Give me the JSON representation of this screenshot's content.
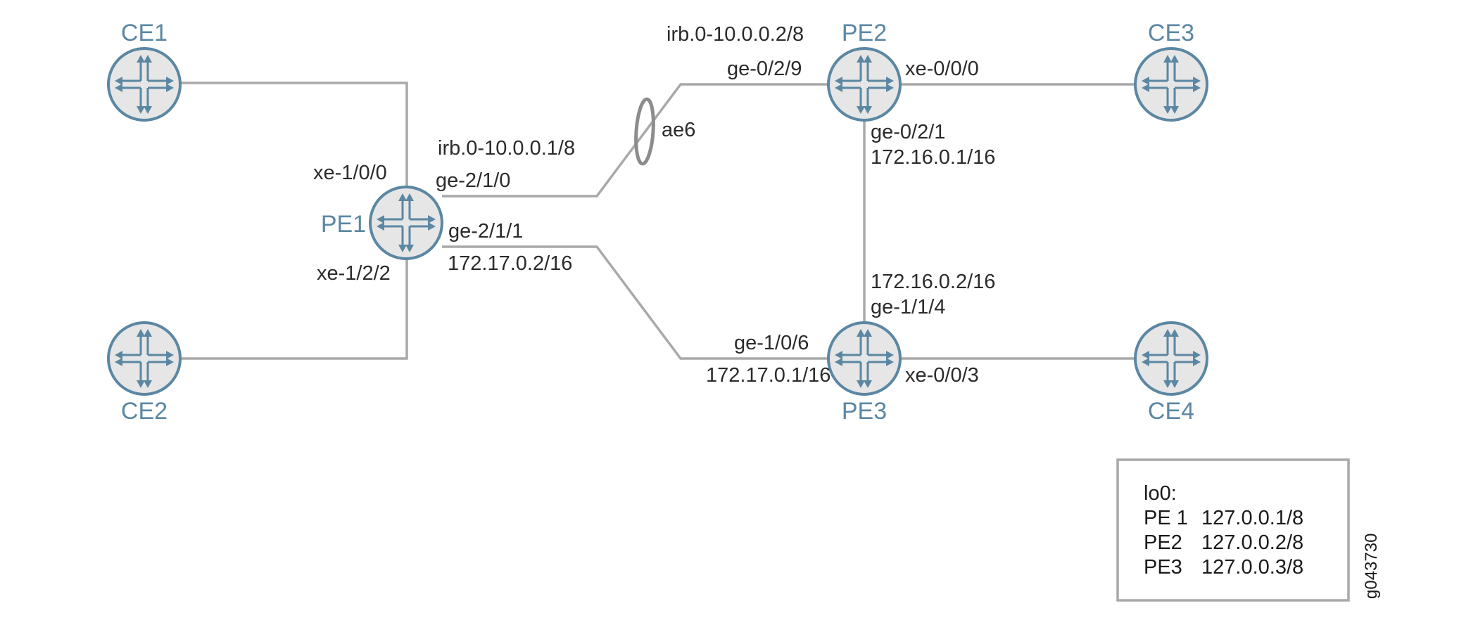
{
  "devices": {
    "ce1": "CE1",
    "ce2": "CE2",
    "ce3": "CE3",
    "ce4": "CE4",
    "pe1": "PE1",
    "pe2": "PE2",
    "pe3": "PE3"
  },
  "interfaces": {
    "pe1_xe_100": "xe-1/0/0",
    "pe1_xe_122": "xe-1/2/2",
    "pe1_irb": "irb.0-10.0.0.1/8",
    "pe1_ge_210": "ge-2/1/0",
    "pe1_ge_211": "ge-2/1/1",
    "pe1_ge_211_ip": "172.17.0.2/16",
    "pe2_irb": "irb.0-10.0.0.2/8",
    "pe2_ge_029": "ge-0/2/9",
    "pe2_xe_000": "xe-0/0/0",
    "pe2_ge_021": "ge-0/2/1",
    "pe2_ge_021_ip": "172.16.0.1/16",
    "pe3_ip_16": "172.16.0.2/16",
    "pe3_ge_114": "ge-1/1/4",
    "pe3_ge_106": "ge-1/0/6",
    "pe3_ge_106_ip": "172.17.0.1/16",
    "pe3_xe_003": "xe-0/0/3"
  },
  "bundle": {
    "label": "ae6"
  },
  "legend": {
    "title": "lo0:",
    "rows": [
      {
        "device": "PE 1",
        "address": "127.0.0.1/8"
      },
      {
        "device": "PE2",
        "address": "127.0.0.2/8"
      },
      {
        "device": "PE3",
        "address": "127.0.0.3/8"
      }
    ]
  },
  "figure_id": "g043730",
  "colors": {
    "router_outline": "#5b87a3",
    "router_fill": "#e6e6e6",
    "link": "#a9a9a9",
    "text": "#2b2b2b"
  },
  "icons": {
    "router": "router-icon",
    "bundle": "aggregated-ethernet-ring"
  }
}
